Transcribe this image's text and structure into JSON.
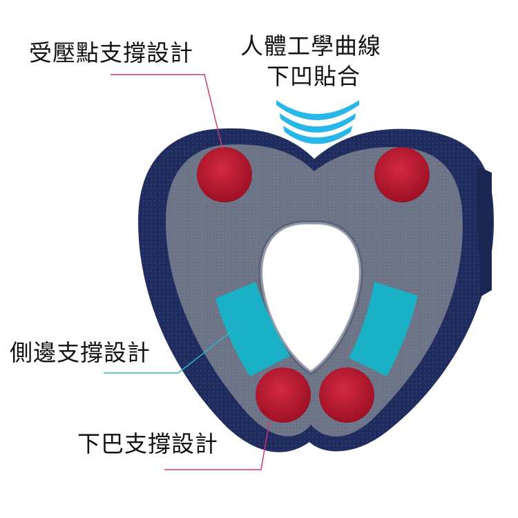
{
  "labels": {
    "pressure_support": "受壓點支撐設計",
    "curve_line1": "人體工學曲線",
    "curve_line2": "下凹貼合",
    "side_support": "側邊支撐設計",
    "chin_support": "下巴支撐設計"
  },
  "colors": {
    "background": "#ffffff",
    "pillow_outer": "#1f2b5c",
    "pillow_inner": "#6c7386",
    "pressure_point": "#b8162f",
    "side_support": "#1ab0c5",
    "curve_arc": "#29b6e8",
    "leader_line_pink": "#d0347c",
    "leader_line_teal": "#2bb7c6"
  },
  "icons": [
    "pillow-illustration",
    "pressure-point-dot",
    "curve-arc"
  ]
}
